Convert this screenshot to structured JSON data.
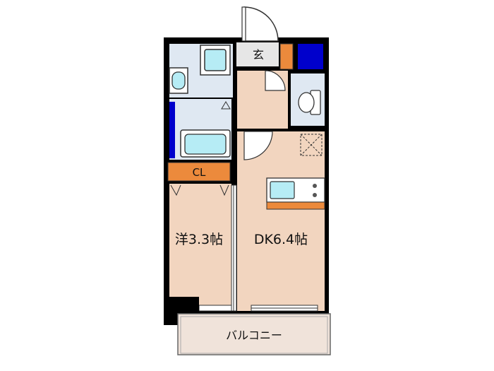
{
  "rooms": {
    "western": "洋3.3帖",
    "dk": "DK6.4帖",
    "closet": "CL",
    "balcony": "バルコニー",
    "entrance": "玄"
  },
  "colors": {
    "wall": "#000000",
    "floor_wood": "#f2d5bf",
    "wet_area": "#dfe8f2",
    "fixture_blue": "#b6ecf5",
    "orange": "#ec8a3c",
    "blue_storage": "#0000cc",
    "balcony": "#f0e3da",
    "entrance_floor": "#e6e6e6"
  }
}
